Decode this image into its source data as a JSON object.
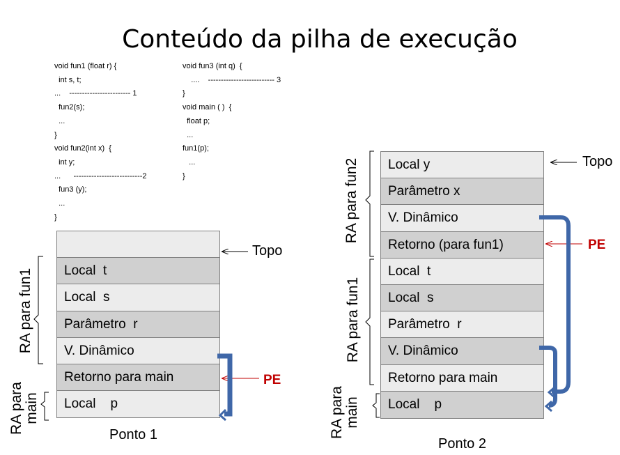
{
  "title": "Conteúdo da pilha de execução",
  "code_left": [
    "void fun1 (float r) {",
    "  int s, t;",
    "...    ------------------------ 1",
    "  fun2(s);",
    "  ...",
    "}",
    "void fun2(int x)  {",
    "  int y;",
    "...      ---------------------------2",
    "  fun3 (y);",
    "  ...",
    "}"
  ],
  "code_right": [
    "void fun3 (int q)  {",
    "    ....    -------------------------- 3",
    "}",
    "void main ( )  {",
    "  float p;",
    "  ...",
    "fun1(p);",
    "   ...",
    "}"
  ],
  "ponto1": {
    "label": "Ponto 1",
    "cells": [
      "",
      "Local  t",
      "Local  s",
      "Parâmetro  r",
      "V. Dinâmico",
      "Retorno para main",
      "Local    p"
    ],
    "topo": "Topo",
    "pe": "PE",
    "ra_fun1": "RA para fun1",
    "ra_main": "RA para\nmain"
  },
  "ponto2": {
    "label": "Ponto 2",
    "cells": [
      "Local y",
      "Parâmetro x",
      "V. Dinâmico",
      "Retorno (para fun1)",
      "Local  t",
      "Local  s",
      "Parâmetro  r",
      "V. Dinâmico",
      "Retorno para main",
      "Local    p"
    ],
    "topo": "Topo",
    "pe": "PE",
    "ra_fun2": "RA para fun2",
    "ra_fun1": "RA para fun1",
    "ra_main": "RA para\nmain"
  },
  "colors": {
    "light_cell": "#ececec",
    "dark_cell": "#d0d0d0",
    "arrow_blue": "#3f67a8",
    "pe_red": "#c00000"
  }
}
